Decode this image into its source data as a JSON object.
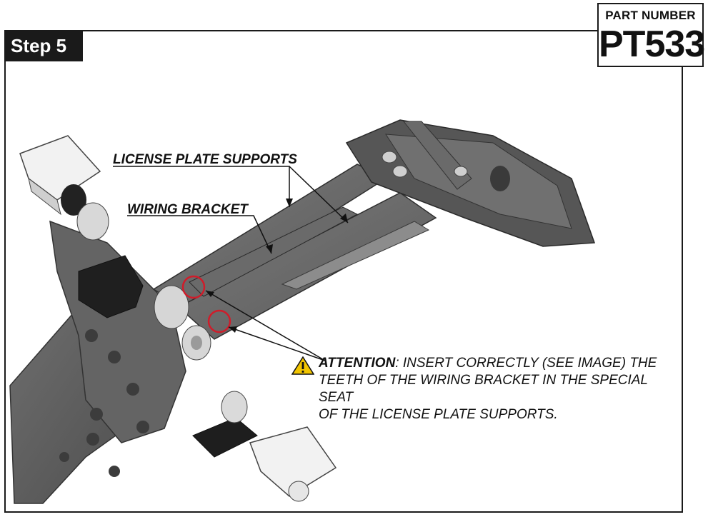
{
  "step": {
    "label": "Step 5"
  },
  "part": {
    "label": "PART NUMBER",
    "number": "PT533"
  },
  "callouts": {
    "license_plate_supports": "LICENSE PLATE SUPPORTS",
    "wiring_bracket": "WIRING BRACKET"
  },
  "attention": {
    "keyword": "ATTENTION",
    "line1": ": INSERT CORRECTLY (SEE IMAGE) THE",
    "line2": "TEETH OF THE WIRING BRACKET IN THE SPECIAL SEAT",
    "line3": "OF THE LICENSE PLATE SUPPORTS."
  },
  "colors": {
    "accent_red": "#d01c2a",
    "warning_yellow": "#f2c500",
    "frame": "#1a1a1a"
  },
  "icons": {
    "warning": "warning-triangle-icon"
  }
}
